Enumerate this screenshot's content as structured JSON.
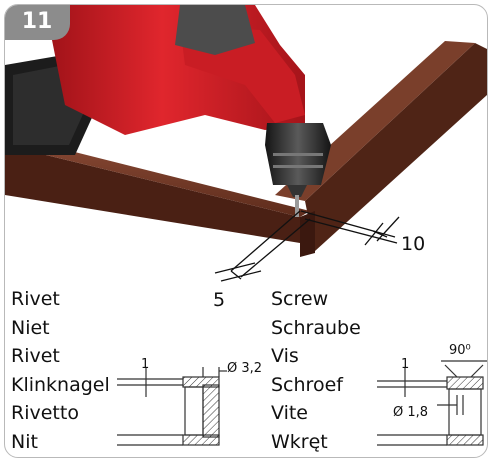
{
  "step": {
    "number": "11"
  },
  "illustration": {
    "dim_left": "5",
    "dim_right": "10"
  },
  "rivet": {
    "names": [
      "Rivet",
      "Niet",
      "Rivet",
      "Klinknagel",
      "Rivetto",
      "Nit"
    ],
    "thickness_label": "1",
    "diameter_label": "Ø 3,2"
  },
  "screw": {
    "names": [
      "Screw",
      "Schraube",
      "Vis",
      "Schroef",
      "Vite",
      "Wkręt"
    ],
    "thickness_label": "1",
    "diameter_label": "Ø 1,8",
    "angle_label": "90⁰"
  },
  "colors": {
    "badge": "#8c8c8c",
    "drill_red": "#d8242b",
    "frame_brown": "#6b3524"
  }
}
